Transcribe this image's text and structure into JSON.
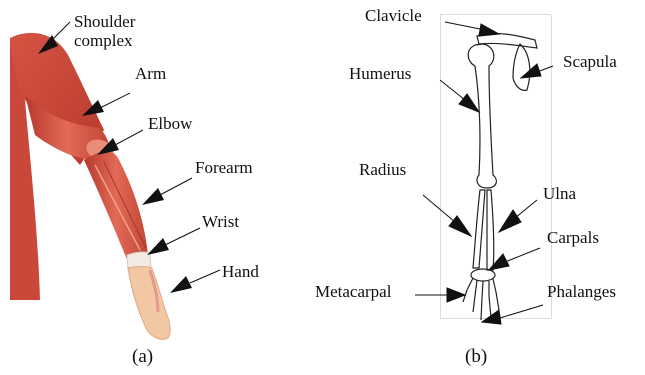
{
  "panel_a": {
    "labels": {
      "shoulder": "Shoulder\ncomplex",
      "arm": "Arm",
      "elbow": "Elbow",
      "forearm": "Forearm",
      "wrist": "Wrist",
      "hand": "Hand"
    },
    "caption": "(a)"
  },
  "panel_b": {
    "labels": {
      "clavicle": "Clavicle",
      "scapula": "Scapula",
      "humerus": "Humerus",
      "radius": "Radius",
      "ulna": "Ulna",
      "carpals": "Carpals",
      "metacarpal": "Metacarpal",
      "phalanges": "Phalanges"
    },
    "caption": "(b)"
  },
  "colors": {
    "muscle": "#c84b3c",
    "muscle_light": "#e47a66",
    "skin": "#f2c7a4",
    "bone_stroke": "#222222"
  }
}
